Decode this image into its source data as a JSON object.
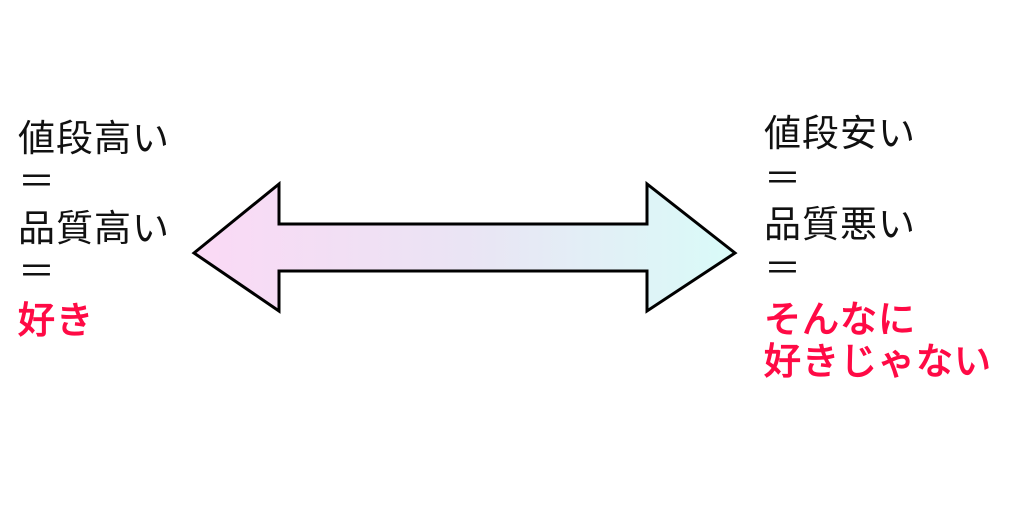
{
  "left": {
    "line1": "値段高い",
    "eq1": "＝",
    "line2": "品質高い",
    "eq2": "＝",
    "conclusion": "好き"
  },
  "right": {
    "line1": "値段安い",
    "eq1": "＝",
    "line2": "品質悪い",
    "eq2": "＝",
    "conclusion_line1": "そんなに",
    "conclusion_line2": "好きじゃない"
  },
  "arrow": {
    "type": "double-headed",
    "gradient_start": "#fbd9f5",
    "gradient_end": "#d9fbf8",
    "stroke": "#000000"
  },
  "colors": {
    "text": "#111111",
    "emphasis": "#ff0a45",
    "background": "#ffffff"
  }
}
